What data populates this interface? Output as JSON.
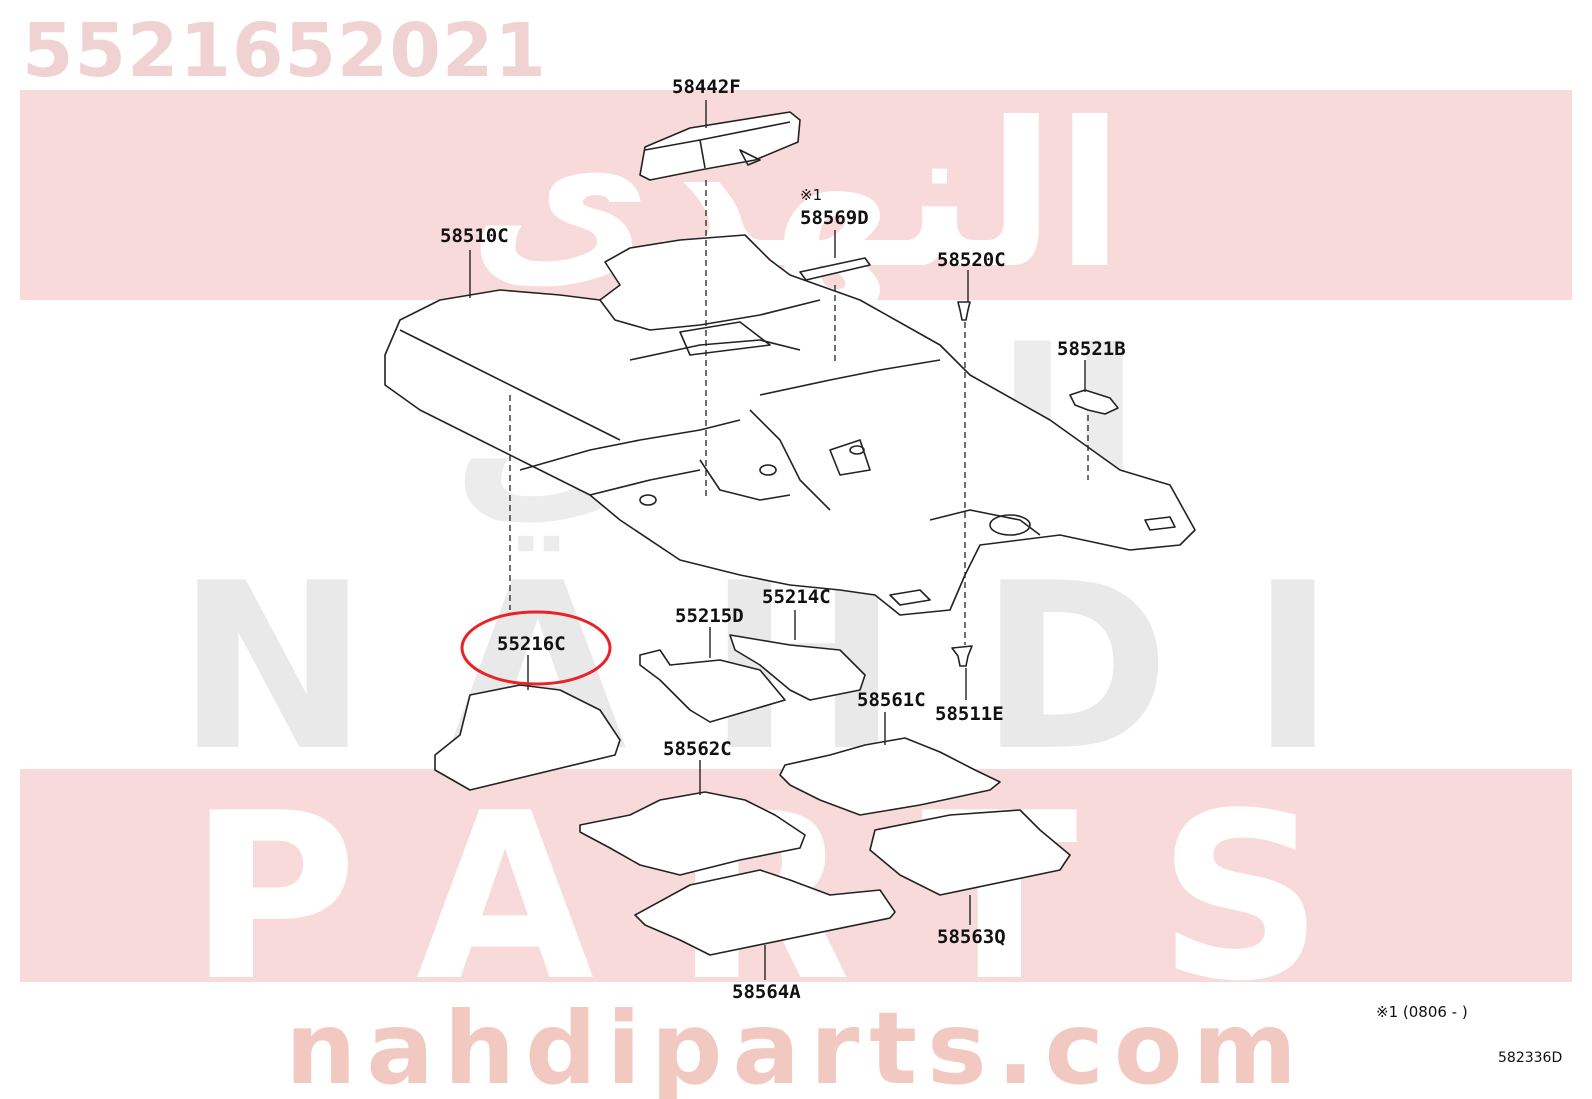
{
  "part_number": "5521652021",
  "watermark": {
    "arabic": "النهدي",
    "brand": "NAHDI",
    "sub": "PARTS",
    "website": "nahdiparts.com"
  },
  "labels": [
    {
      "id": "58442F",
      "text": "58442F"
    },
    {
      "id": "note-mark",
      "text": "※1"
    },
    {
      "id": "58569D",
      "text": "58569D"
    },
    {
      "id": "58510C",
      "text": "58510C"
    },
    {
      "id": "58520C",
      "text": "58520C"
    },
    {
      "id": "58521B",
      "text": "58521B"
    },
    {
      "id": "55215D",
      "text": "55215D"
    },
    {
      "id": "55214C",
      "text": "55214C"
    },
    {
      "id": "55216C",
      "text": "55216C"
    },
    {
      "id": "58511E",
      "text": "58511E"
    },
    {
      "id": "58561C",
      "text": "58561C"
    },
    {
      "id": "58562C",
      "text": "58562C"
    },
    {
      "id": "58563Q",
      "text": "58563Q"
    },
    {
      "id": "58564A",
      "text": "58564A"
    }
  ],
  "footnote": "※1 (0806 -        )",
  "diagram_code": "582336D",
  "colors": {
    "highlight": "#e8242a",
    "band": "#f9dada",
    "line": "#222222"
  }
}
